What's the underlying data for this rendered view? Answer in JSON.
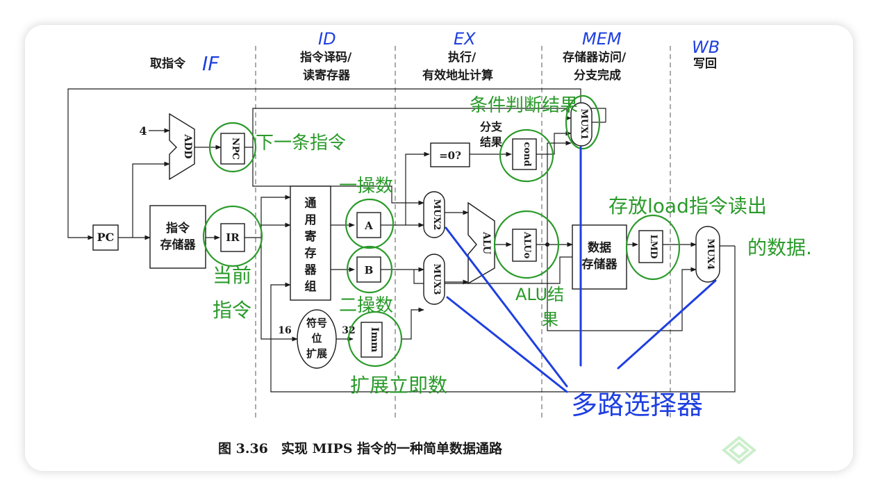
{
  "stages": {
    "if_cn": "取指令",
    "if_tag": "IF",
    "id_tag": "ID",
    "id_line1": "指令译码/",
    "id_line2": "读寄存器",
    "ex_tag": "EX",
    "ex_line1": "执行/",
    "ex_line2": "有效地址计算",
    "mem_tag": "MEM",
    "mem_line1": "存储器访问/",
    "mem_line2": "分支完成",
    "wb_tag": "WB",
    "wb_cn": "写回"
  },
  "blocks": {
    "pc": "PC",
    "imem_1": "指令",
    "imem_2": "存储器",
    "ir": "IR",
    "add": "ADD",
    "const_4": "4",
    "npc": "NPC",
    "reg_1": "通",
    "reg_2": "用",
    "reg_3": "寄",
    "reg_4": "存",
    "reg_5": "器",
    "reg_6": "组",
    "a": "A",
    "b": "B",
    "imm": "Imm",
    "sext_1": "符号",
    "sext_2": "位",
    "sext_3": "扩展",
    "w16": "16",
    "w32": "32",
    "zero": "=0?",
    "branch_1": "分支",
    "branch_2": "结果",
    "cond": "cond",
    "mux1": "MUX1",
    "mux2": "MUX2",
    "mux3": "MUX3",
    "alu": "ALU",
    "aluo": "ALUo",
    "dmem_1": "数据",
    "dmem_2": "存储器",
    "lmd": "LMD",
    "mux4": "MUX4"
  },
  "caption": "图 3.36　实现 MIPS 指令的一种简单数据通路",
  "annotations": {
    "next_instr": "下一条指令",
    "cond_result": "条件判断结果",
    "operand1": "一操数",
    "operand2": "二操数",
    "current_1": "当前",
    "current_2": "指令",
    "alu_result_1": "ALU结",
    "alu_result_2": "果",
    "lmd_note_1": "存放load指令读出",
    "lmd_note_2": "的数据.",
    "imm_note": "扩展立即数",
    "mux_note": "多路选择器"
  },
  "colors": {
    "ink": "#1a1a1a",
    "annotation_green": "#2a9a2a",
    "annotation_blue": "#1e3fe0"
  }
}
